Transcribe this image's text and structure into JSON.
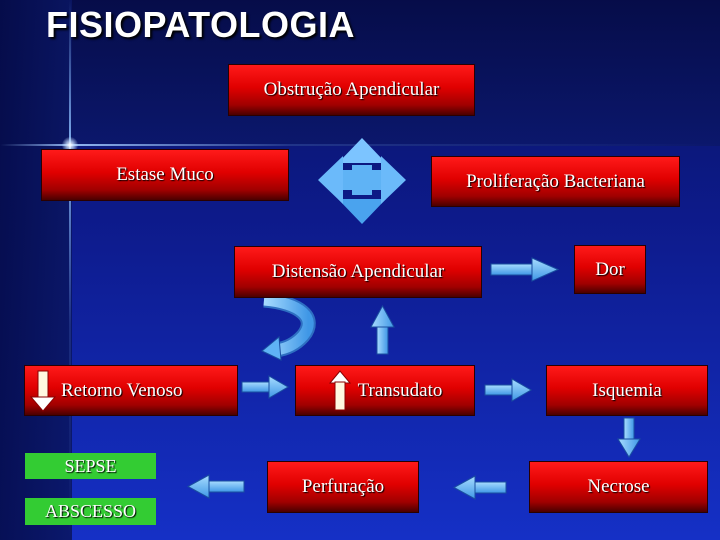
{
  "title": "FISIOPATOLOGIA",
  "nodes": {
    "obstrucao": "Obstrução Apendicular",
    "estase": "Estase Muco",
    "proliferacao": "Proliferação Bacteriana",
    "distensao": "Distensão Apendicular",
    "dor": "Dor",
    "retorno": "Retorno Venoso",
    "transudato": "Transudato",
    "isquemia": "Isquemia",
    "perfuracao": "Perfuração",
    "necrose": "Necrose"
  },
  "outcomes": {
    "sepse": "SEPSE",
    "abscesso": "ABSCESSO"
  },
  "indicators": {
    "retorno": "decrease",
    "transudato": "increase"
  },
  "colors": {
    "box_red": "#e00000",
    "arrow_blue": "#66bbff",
    "label_green": "#33cc33",
    "background": "#0d1a8a"
  }
}
